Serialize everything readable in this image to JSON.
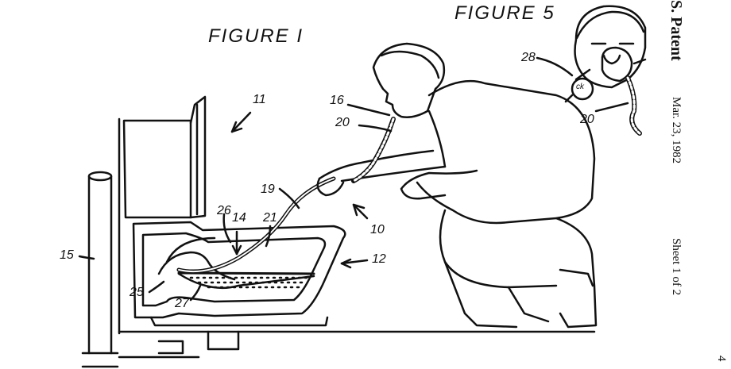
{
  "figure1": {
    "title": "FIGURE I"
  },
  "figure5": {
    "title": "FIGURE 5"
  },
  "patent_header": {
    "patent_label": "S. Patent",
    "date": "Mar. 23, 1982",
    "sheet": "Sheet 1 of 2",
    "page_number": "4"
  },
  "reference_numerals": {
    "n11": "11",
    "n16": "16",
    "n20a": "20",
    "n19": "19",
    "n26": "26",
    "n14": "14",
    "n21": "21",
    "n10": "10",
    "n12": "12",
    "n15": "15",
    "n25": "25",
    "n27": "27",
    "n28": "28",
    "n20b": "20"
  },
  "valve_label": "ck",
  "colors": {
    "ink": "#111111",
    "paper": "#ffffff"
  }
}
